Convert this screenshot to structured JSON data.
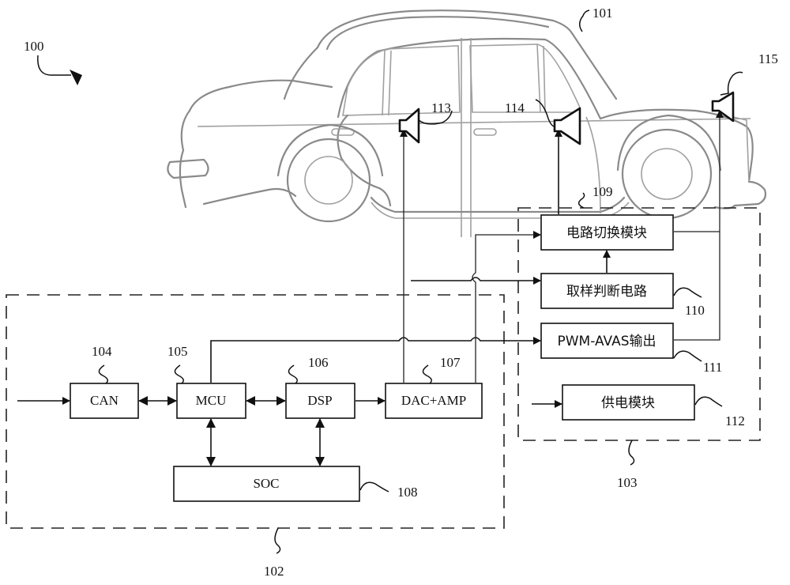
{
  "figure": {
    "system_ref": "100",
    "vehicle_ref": "101",
    "controller_ref": "102",
    "switch_unit_ref": "103"
  },
  "blocks": {
    "can": {
      "label": "CAN",
      "ref": "104"
    },
    "mcu": {
      "label": "MCU",
      "ref": "105"
    },
    "dsp": {
      "label": "DSP",
      "ref": "106"
    },
    "dac_amp": {
      "label": "DAC+AMP",
      "ref": "107"
    },
    "soc": {
      "label": "SOC",
      "ref": "108"
    },
    "circuit_switch": {
      "label": "电路切换模块",
      "ref": "109"
    },
    "sampling_judge": {
      "label": "取样判断电路",
      "ref": "110"
    },
    "pwm_avas": {
      "label": "PWM-AVAS输出",
      "ref": "111"
    },
    "power_supply": {
      "label": "供电模块",
      "ref": "112"
    }
  },
  "speakers": [
    {
      "ref": "113"
    },
    {
      "ref": "114"
    },
    {
      "ref": "115"
    }
  ]
}
